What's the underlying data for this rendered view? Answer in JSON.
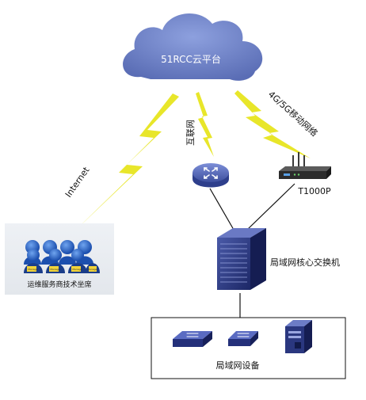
{
  "cloud": {
    "label": "51RCC云平台",
    "color": "#6a7fc2"
  },
  "links": {
    "internet": "Internet",
    "isp": "互联网",
    "mobile": "4G/5G移动网络",
    "bolt_color": "#e8e62a"
  },
  "nodes": {
    "router": {
      "icon": "router-icon"
    },
    "terminal": {
      "label": "T1000P",
      "icon": "t1000p-terminal-icon"
    },
    "core_switch": {
      "label": "局域网核心交换机",
      "icon": "core-switch-icon"
    },
    "seat_room": {
      "label": "运维服务商技术坐席",
      "icon": "agents-icon",
      "agent_badges": [
        "Manager",
        "Manager",
        "Manager",
        "Manager"
      ]
    },
    "lan": {
      "label": "局域网设备",
      "devices": [
        "switch-icon",
        "switch-icon",
        "server-icon"
      ]
    }
  }
}
